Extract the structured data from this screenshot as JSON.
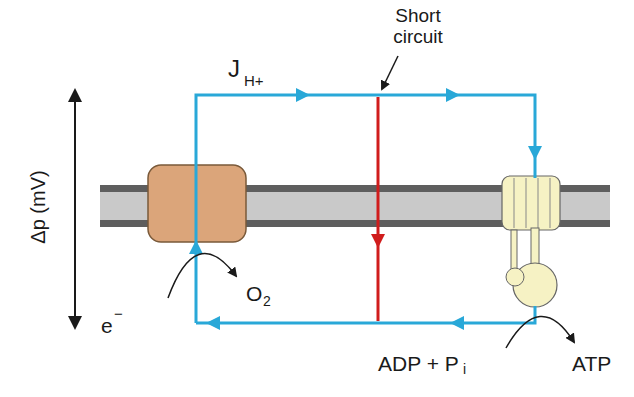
{
  "diagram": {
    "labels": [
      "Δp (mV)",
      "J",
      "H+",
      "Short circuit",
      "e",
      "−",
      "O",
      "2",
      "ADP + P",
      "i",
      "ATP"
    ]
  }
}
